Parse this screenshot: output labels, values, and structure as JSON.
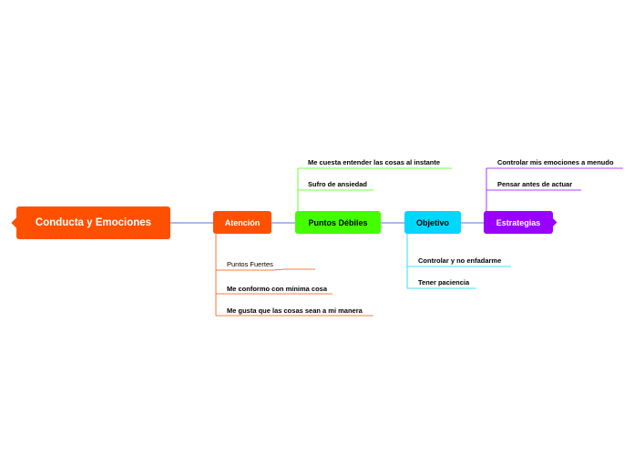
{
  "root": {
    "label": "Conducta y Emociones",
    "color": "#ff5000"
  },
  "nodes": {
    "atencion": {
      "label": "Atención",
      "color": "#ff5000"
    },
    "puntos_debiles": {
      "label": "Puntos Débiles",
      "color": "#44ff00"
    },
    "objetivo": {
      "label": "Objetivo",
      "color": "#00d7ff"
    },
    "estrategias": {
      "label": "Estrategias",
      "color": "#9900ff"
    }
  },
  "leaves": {
    "puntos_fuertes": "Puntos Fuertes",
    "me_conformo": "Me conformo con mínima cosa",
    "me_gusta": "Me gusta que las cosas sean a mi manera",
    "me_cuesta": "Me cuesta entender las cosas al instante",
    "sufro": "Sufro de ansiedad",
    "controlar_no_enfadarme": "Controlar y no enfadarme",
    "tener_paciencia": "Tener paciencia",
    "controlar_emociones": "Controlar mis emociones a menudo",
    "pensar_antes": "Pensar antes de actuar"
  },
  "colors": {
    "connector_main": "#5b6fd6",
    "branch_atencion": "#ff5000",
    "branch_debiles": "#44ff00",
    "branch_objetivo": "#00d7ff",
    "branch_estrategias": "#9900ff"
  }
}
